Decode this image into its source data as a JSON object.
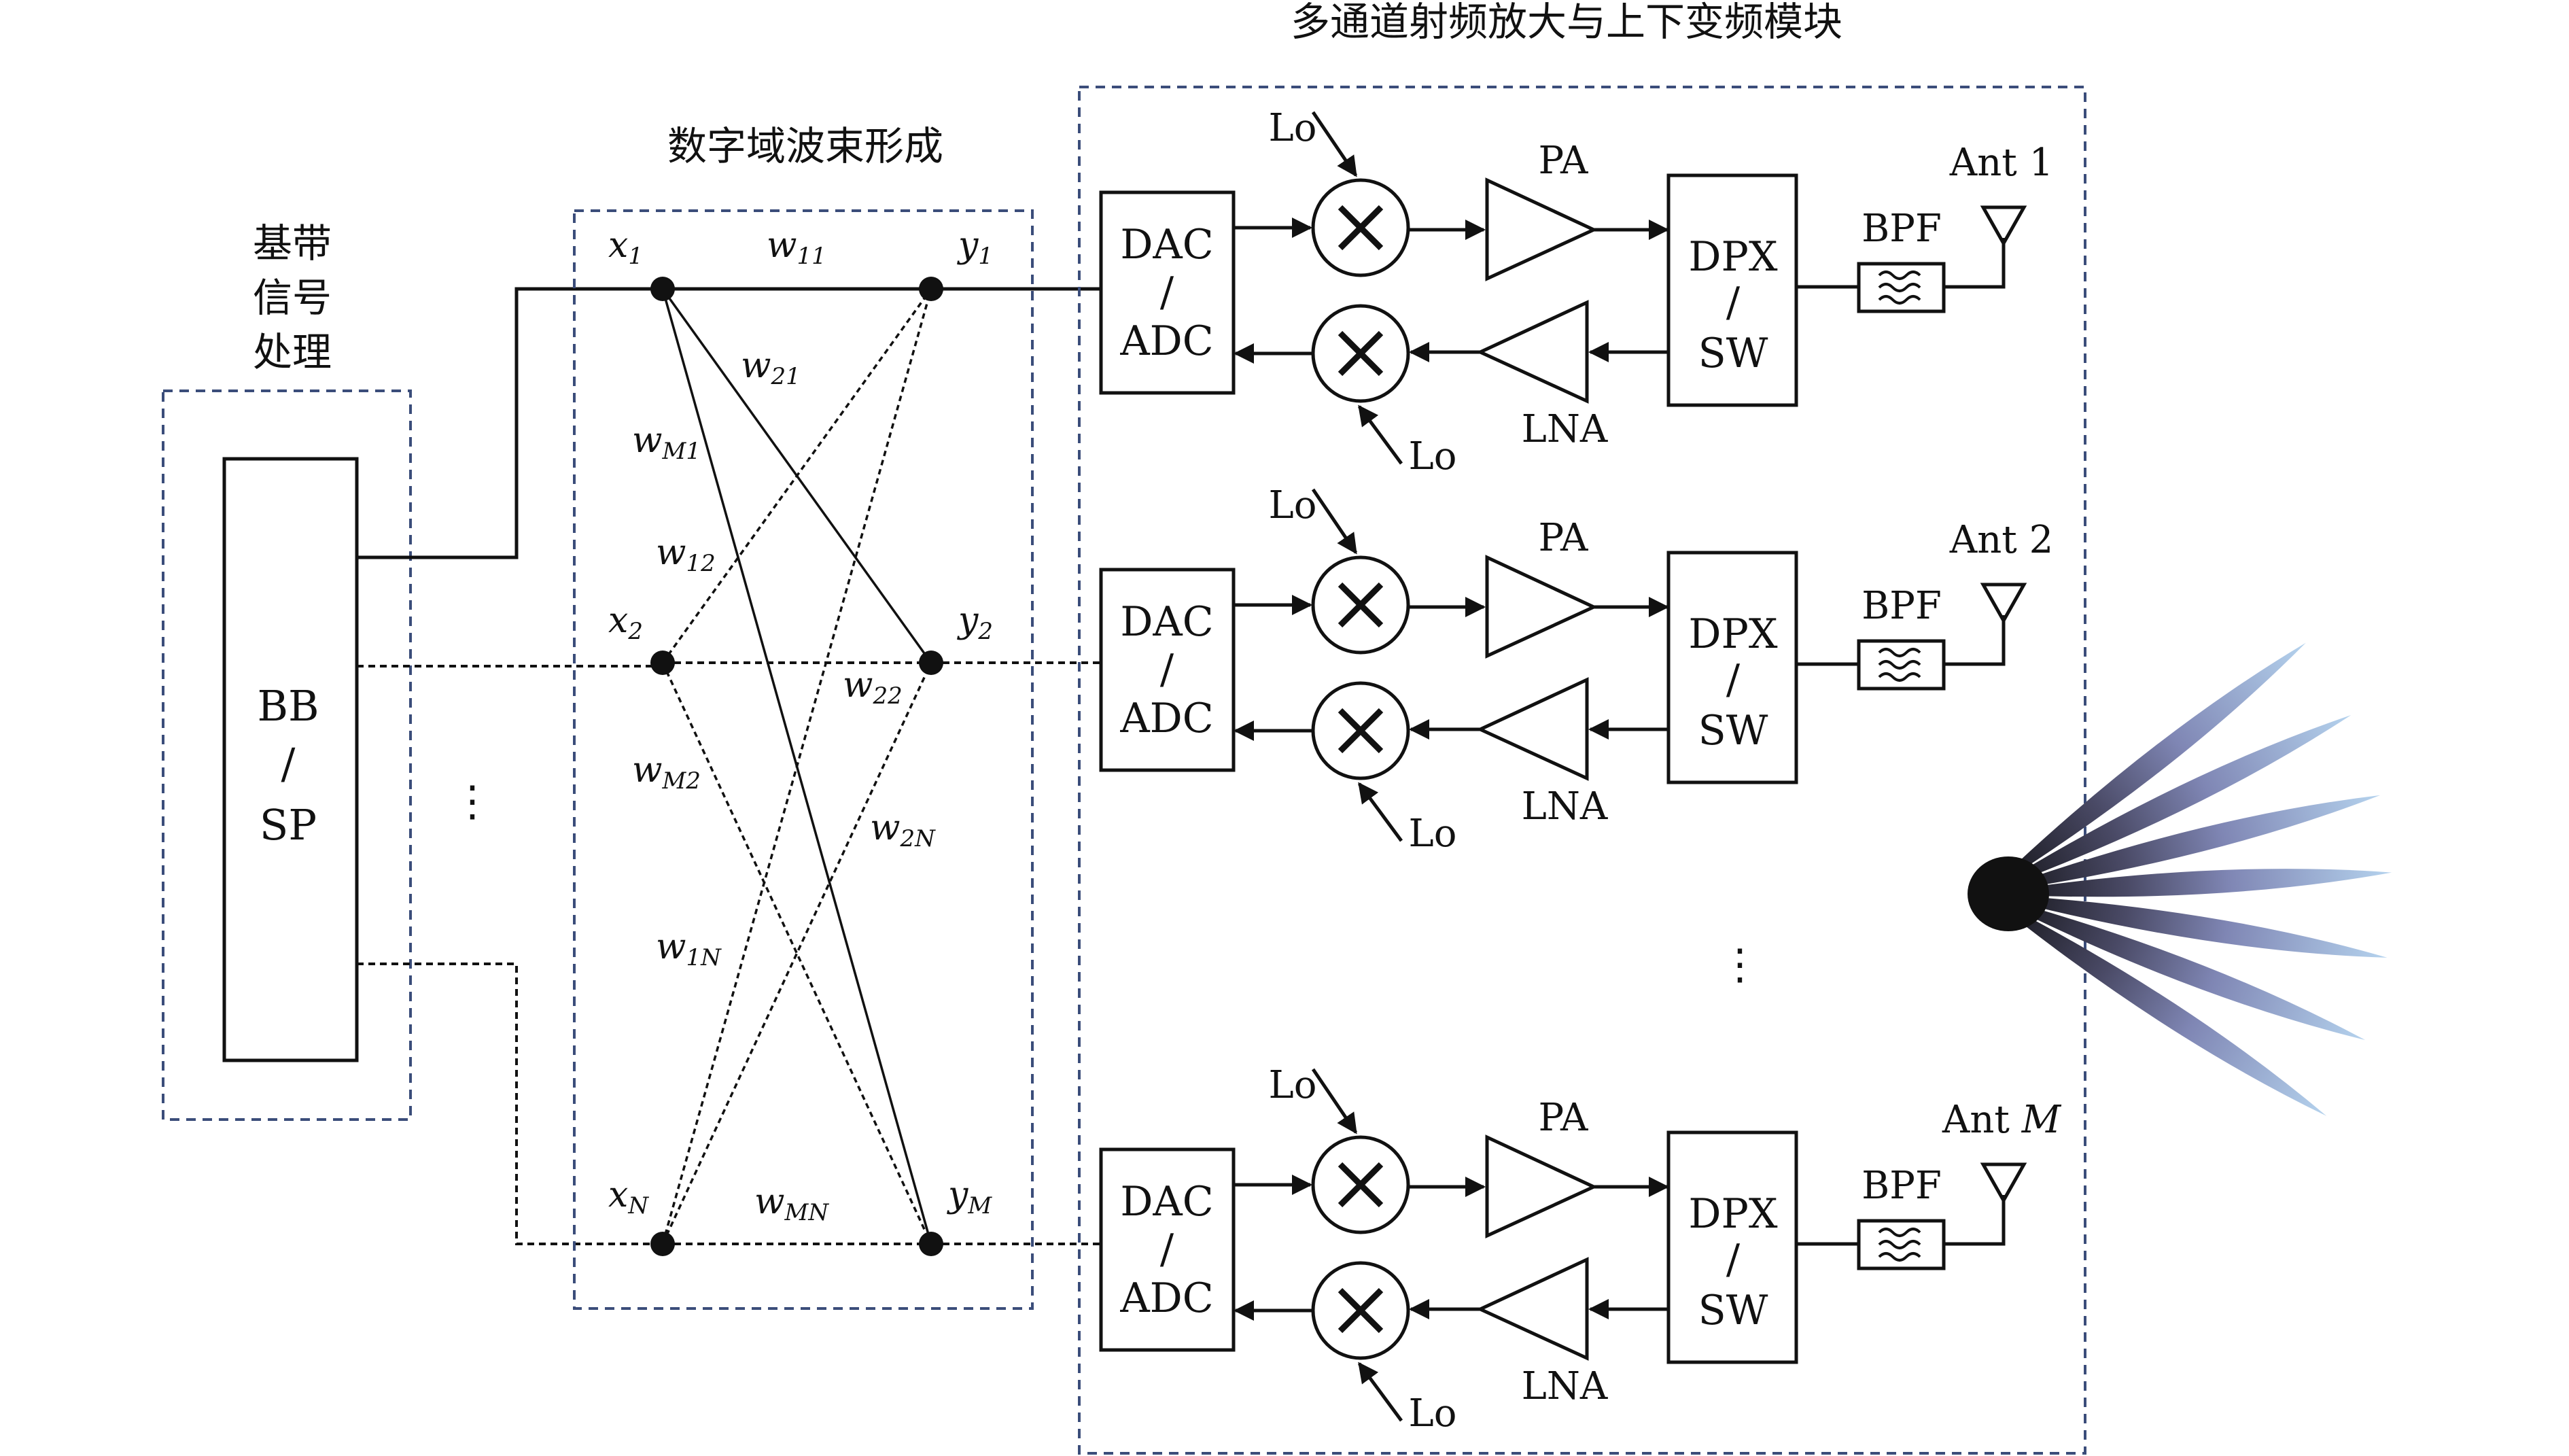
{
  "titles": {
    "bb_processing": [
      "基带",
      "信号",
      "处理"
    ],
    "digital_beamforming": "数字域波束形成",
    "rf_module": "多通道射频放大与上下变频模块"
  },
  "bb_block": {
    "line1": "BB",
    "line2": "/",
    "line3": "SP"
  },
  "weights": {
    "x1": "x",
    "x1_sub": "1",
    "x2": "x",
    "x2_sub": "2",
    "xN": "x",
    "xN_sub": "N",
    "y1": "y",
    "y1_sub": "1",
    "y2": "y",
    "y2_sub": "2",
    "yM": "y",
    "yM_sub": "M",
    "w11": "w",
    "w11_sub": "11",
    "w21": "w",
    "w21_sub": "21",
    "wM1": "w",
    "wM1_sub": "M1",
    "w12": "w",
    "w12_sub": "12",
    "w22": "w",
    "w22_sub": "22",
    "wM2": "w",
    "wM2_sub": "M2",
    "w2N": "w",
    "w2N_sub": "2N",
    "w1N": "w",
    "w1N_sub": "1N",
    "wMN": "w",
    "wMN_sub": "MN"
  },
  "ellipsis": "⋮",
  "channels": [
    {
      "dac": "DAC",
      "slash": "/",
      "adc": "ADC",
      "lo_tx": "Lo",
      "lo_rx": "Lo",
      "pa": "PA",
      "lna": "LNA",
      "dpx": "DPX",
      "sw": "SW",
      "bpf": "BPF",
      "ant": "Ant 1",
      "ant_suffix": ""
    },
    {
      "dac": "DAC",
      "slash": "/",
      "adc": "ADC",
      "lo_tx": "Lo",
      "lo_rx": "Lo",
      "pa": "PA",
      "lna": "LNA",
      "dpx": "DPX",
      "sw": "SW",
      "bpf": "BPF",
      "ant": "Ant 2",
      "ant_suffix": ""
    },
    {
      "dac": "DAC",
      "slash": "/",
      "adc": "ADC",
      "lo_tx": "Lo",
      "lo_rx": "Lo",
      "pa": "PA",
      "lna": "LNA",
      "dpx": "DPX",
      "sw": "SW",
      "bpf": "BPF",
      "ant": "Ant ",
      "ant_suffix": "M"
    }
  ],
  "colors": {
    "box_border": "#3b4d7a",
    "line": "#111111",
    "beam_dark": "#111111",
    "beam_light": "#a8c8e8"
  }
}
